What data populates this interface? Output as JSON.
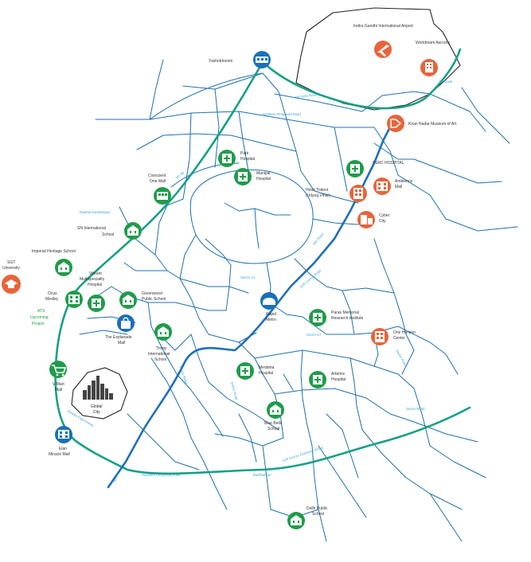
{
  "colors": {
    "road": "#1d6fb4",
    "metro_green": "#16a085",
    "metro_blue": "#1f6fb8",
    "school_green": "#1f9c4a",
    "hotspot_orange": "#e8643a",
    "metro_station_blue": "#1a6fbb",
    "road_label": "#3aa0d8"
  },
  "places": {
    "airport": "Indira Gandhi International Airport",
    "aerocity": "Worldmark Aerocity",
    "yashobhoomi": "Yashobhoomi",
    "kiran_nadar": "Kiran Nadar Museum of Art",
    "fsrc": "FSRC HOSPITAL",
    "ambience_l1": "Ambience",
    "ambience_l2": "Mall",
    "cyber_l1": "Cyber",
    "cyber_l2": "City",
    "trident_l1": "Hotel Trident",
    "trident_l2": "(Udyog Vihar)",
    "park_l1": "Park",
    "park_l2": "Hospital",
    "manipal_l1": "Manipal",
    "manipal_l2": "Hospital",
    "conscient_l1": "Conscient",
    "conscient_l2": "One Mall",
    "sn_l1": "SN International",
    "sn_l2": "School",
    "imperial": "Imperial Heritage School",
    "sgt_l1": "SGT",
    "sgt_l2": "University",
    "vibrant_l1": "Vibrant",
    "vibrant_l2": "Multispeciality",
    "vibrant_l3": "Hospital",
    "ocus_l1": "Ocus",
    "ocus_l2": "Medley",
    "ats_l1": "ATS",
    "ats_l2": "Upcoming",
    "ats_l3": "Project",
    "greenwood_l1": "Greenwood",
    "greenwood_l2": "Public School",
    "explanade_l1": "The Explanade",
    "explanade_l2": "Mall",
    "trinity_l1": "Trinity",
    "trinity_l2": "International",
    "trinity_l3": "School",
    "rapid_l1": "Rapid",
    "rapid_l2": "Metro",
    "paras_l1": "Paras Memorial",
    "paras_l2": "Research Institute",
    "onehorizon_l1": "One Horizon",
    "onehorizon_l2": "Center",
    "medanta_l1": "Medanta",
    "medanta_l2": "Hospital",
    "artemis_l1": "Artemis",
    "artemis_l2": "Hospital",
    "blue_bells_l1": "Blue Bells",
    "blue_bells_l2": "School",
    "vmart_l1": "V Mart",
    "vmart_l2": "Mall",
    "global_l1": "Global",
    "global_l2": "City",
    "elan_l1": "Elan",
    "elan_l2": "Miracle Mall",
    "dps_l1": "Delhi Public",
    "dps_l2": "School"
  },
  "roads": {
    "dwarka_expressway": "Dwarka Expressway",
    "northern_peripheral": "Northern Peripheral Road",
    "mg_road": "MG Road",
    "golf_course": "Golf Course Road",
    "sohna_road": "Sohna Road",
    "southern_peripheral": "Southern Peripheral Road",
    "golf_course_ext": "Golf Course Extension Road",
    "nh48": "NH 48",
    "sector_44": "Sector 44",
    "sector_14": "Sector 14",
    "old_delhi": "Old Delhi Road",
    "sector_road": "Sector Road",
    "mehrauli": "Mehrauli",
    "badshahpur": "Badshahpur"
  }
}
